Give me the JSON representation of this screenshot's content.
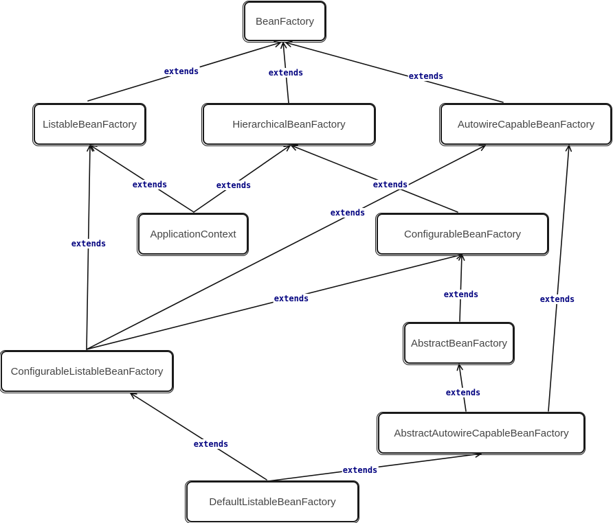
{
  "diagram": {
    "nodes": {
      "bean_factory": "BeanFactory",
      "listable_bean_factory": "ListableBeanFactory",
      "hierarchical_bean_factory": "HierarchicalBeanFactory",
      "autowire_capable_bean_factory": "AutowireCapableBeanFactory",
      "application_context": "ApplicationContext",
      "configurable_bean_factory": "ConfigurableBeanFactory",
      "abstract_bean_factory": "AbstractBeanFactory",
      "configurable_listable_bean_factory": "ConfigurableListableBeanFactory",
      "abstract_autowire_capable_bean_factory": "AbstractAutowireCapableBeanFactory",
      "default_listable_bean_factory": "DefaultListableBeanFactory"
    },
    "edges": [
      {
        "from": "listable_bean_factory",
        "to": "bean_factory",
        "label": "extends"
      },
      {
        "from": "hierarchical_bean_factory",
        "to": "bean_factory",
        "label": "extends"
      },
      {
        "from": "autowire_capable_bean_factory",
        "to": "bean_factory",
        "label": "extends"
      },
      {
        "from": "application_context",
        "to": "listable_bean_factory",
        "label": "extends"
      },
      {
        "from": "application_context",
        "to": "hierarchical_bean_factory",
        "label": "extends"
      },
      {
        "from": "configurable_bean_factory",
        "to": "hierarchical_bean_factory",
        "label": "extends"
      },
      {
        "from": "configurable_listable_bean_factory",
        "to": "listable_bean_factory",
        "label": "extends"
      },
      {
        "from": "configurable_listable_bean_factory",
        "to": "autowire_capable_bean_factory",
        "label": "extends"
      },
      {
        "from": "configurable_listable_bean_factory",
        "to": "configurable_bean_factory",
        "label": "extends"
      },
      {
        "from": "abstract_bean_factory",
        "to": "configurable_bean_factory",
        "label": "extends"
      },
      {
        "from": "abstract_autowire_capable_bean_factory",
        "to": "abstract_bean_factory",
        "label": "extends"
      },
      {
        "from": "abstract_autowire_capable_bean_factory",
        "to": "autowire_capable_bean_factory",
        "label": "extends"
      },
      {
        "from": "default_listable_bean_factory",
        "to": "configurable_listable_bean_factory",
        "label": "extends"
      },
      {
        "from": "default_listable_bean_factory",
        "to": "abstract_autowire_capable_bean_factory",
        "label": "extends"
      }
    ]
  }
}
